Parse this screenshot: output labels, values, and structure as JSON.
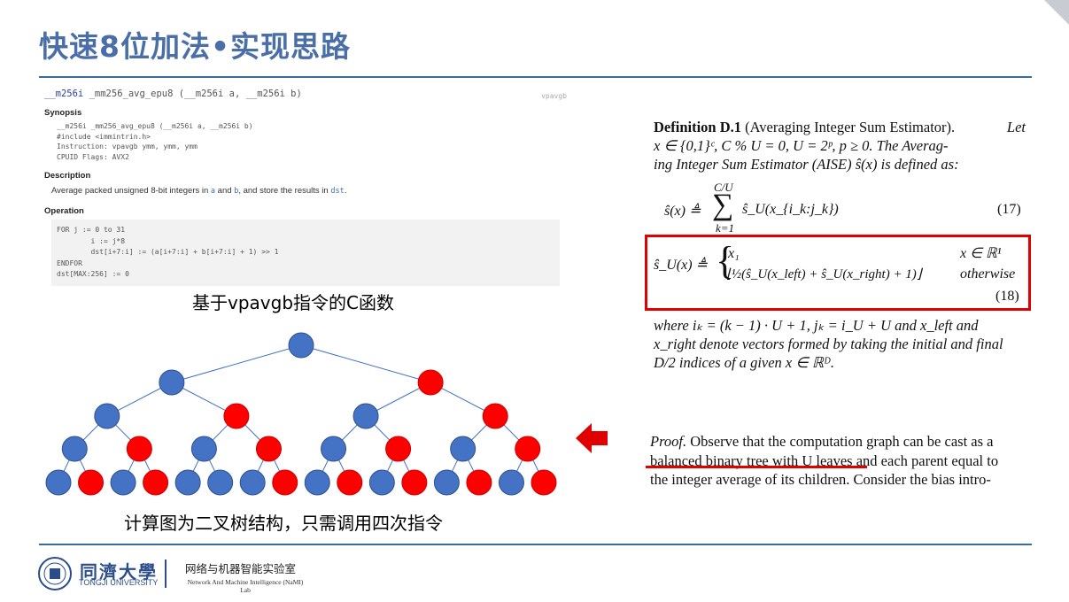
{
  "slide": {
    "title": "快速8位加法•实现思路"
  },
  "intrinsic": {
    "signature_type": "__m256i",
    "signature_name": "_mm256_avg_epu8",
    "signature_args": "(__m256i a, __m256i b)",
    "instruction_tag": "vpavgb",
    "synopsis_heading": "Synopsis",
    "synopsis_lines": [
      "__m256i _mm256_avg_epu8 (__m256i a, __m256i b)",
      "#include <immintrin.h>",
      "Instruction: vpavgb ymm, ymm, ymm",
      "CPUID Flags: AVX2"
    ],
    "description_heading": "Description",
    "description_text_1": "Average packed unsigned 8-bit integers in ",
    "description_a": "a",
    "description_text_2": " and ",
    "description_b": "b",
    "description_text_3": ", and store the results in ",
    "description_dst": "dst",
    "description_text_4": ".",
    "operation_heading": "Operation",
    "operation_code": "FOR j := 0 to 31\n        i := j*8\n        dst[i+7:i] := (a[i+7:i] + b[i+7:i] + 1) >> 1\nENDFOR\ndst[MAX:256] := 0",
    "caption": "基于vpavgb指令的C函数"
  },
  "tree": {
    "caption": "计算图为二叉树结构，只需调用四次指令",
    "colors": {
      "blue": "#4472c4",
      "red": "#ff0000",
      "edge": "#4472c4"
    },
    "levels": [
      [
        "blue"
      ],
      [
        "blue",
        "red"
      ],
      [
        "blue",
        "red",
        "blue",
        "red"
      ],
      [
        "blue",
        "red",
        "blue",
        "red",
        "blue",
        "red",
        "blue",
        "red"
      ],
      [
        "blue",
        "red",
        "blue",
        "red",
        "blue",
        "blue",
        "blue",
        "red",
        "blue",
        "red",
        "blue",
        "red",
        "blue",
        "red",
        "blue",
        "red"
      ]
    ]
  },
  "arrow_icon": "left-arrow-icon",
  "paper": {
    "def_label": "Definition D.1",
    "def_name": "(Averaging Integer Sum Estimator).",
    "def_let": "Let",
    "def_line2": "x ∈ {0,1}ᶜ, C % U = 0, U = 2ᵖ, p ≥ 0. The Averag-",
    "def_line3": "ing Integer Sum Estimator (AISE) ŝ(x) is defined as:",
    "eq17_lhs": "ŝ(x) ≜",
    "eq17_sum_top": "C/U",
    "eq17_sum_bottom": "k=1",
    "eq17_rhs": "ŝ_U(x_{i_k:j_k})",
    "eq17_num": "(17)",
    "eq18_lhs": "ŝ_U(x) ≜",
    "eq18_case1": "x₁",
    "eq18_case1_cond": "x ∈ ℝ¹",
    "eq18_case2": "⌊½(ŝ_U(x_left) + ŝ_U(x_right) + 1)⌋",
    "eq18_case2_cond": "otherwise",
    "eq18_num": "(18)",
    "where_line1": "where iₖ = (k − 1) · U + 1, jₖ = i_U + U and x_left and",
    "where_line2": "x_right denote vectors formed by taking the initial and final",
    "where_line3": "D/2 indices of a given x ∈ ℝᴰ.",
    "proof_label": "Proof.",
    "proof_line1": "Observe that the computation graph can be cast as a",
    "proof_line2": "balanced binary tree with U leaves and each parent equal to",
    "proof_line3": "the integer average of its children. Consider the bias intro-"
  },
  "footer": {
    "university_cn": "同濟大學",
    "university_en": "TONGJI UNIVERSITY",
    "lab_cn": "网络与机器智能实验室",
    "lab_en": "Network And Machine Intelligence (NaMI) Lab"
  }
}
